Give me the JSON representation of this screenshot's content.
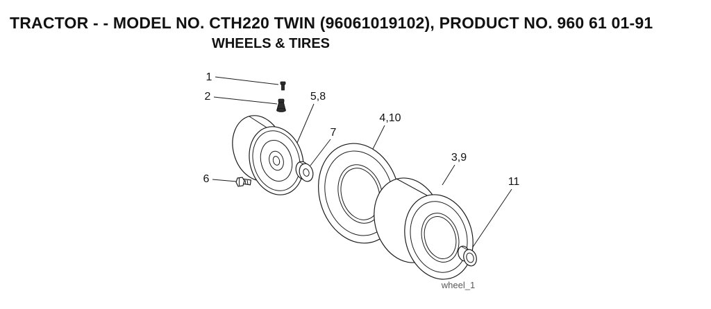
{
  "header": {
    "title": "TRACTOR - - MODEL NO. CTH220 TWIN (96061019102), PRODUCT NO. 960 61 01-91",
    "subtitle": "WHEELS & TIRES"
  },
  "diagram": {
    "caption": "wheel_1",
    "callouts": [
      {
        "label": "1"
      },
      {
        "label": "2"
      },
      {
        "label": "5,8"
      },
      {
        "label": "7"
      },
      {
        "label": "4,10"
      },
      {
        "label": "3,9"
      },
      {
        "label": "6"
      },
      {
        "label": "11"
      }
    ],
    "colors": {
      "line": "#1a1a1a",
      "caption": "#595959",
      "background": "#ffffff"
    }
  }
}
